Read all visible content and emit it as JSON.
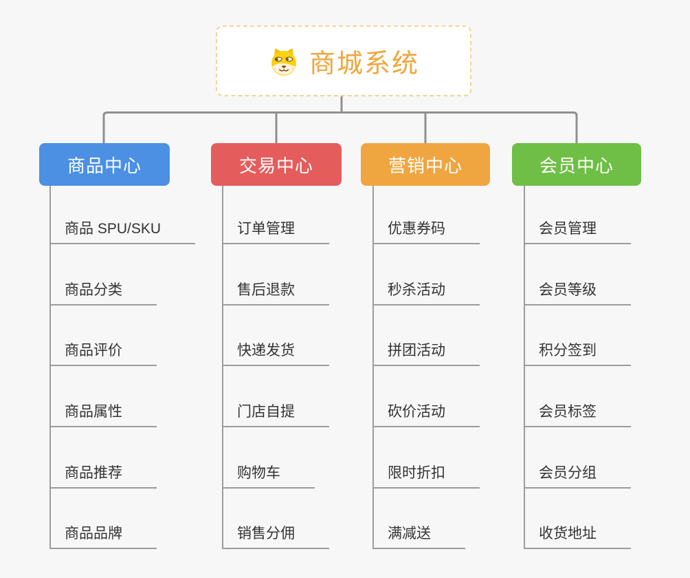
{
  "root": {
    "title": "商城系统",
    "title_color": "#f0a63c",
    "border_color": "#f3d398",
    "icon": "shiba-dog-face-icon"
  },
  "connector_color": "#8f8f8f",
  "leaf_line_color": "#9b9b9b",
  "branches": [
    {
      "label": "商品中心",
      "color": "#4b90e2",
      "items": [
        "商品 SPU/SKU",
        "商品分类",
        "商品评价",
        "商品属性",
        "商品推荐",
        "商品品牌"
      ]
    },
    {
      "label": "交易中心",
      "color": "#e45d5c",
      "items": [
        "订单管理",
        "售后退款",
        "快递发货",
        "门店自提",
        "购物车",
        "销售分佣"
      ]
    },
    {
      "label": "营销中心",
      "color": "#efa640",
      "items": [
        "优惠券码",
        "秒杀活动",
        "拼团活动",
        "砍价活动",
        "限时折扣",
        "满减送"
      ]
    },
    {
      "label": "会员中心",
      "color": "#6fbf46",
      "items": [
        "会员管理",
        "会员等级",
        "积分签到",
        "会员标签",
        "会员分组",
        "收货地址"
      ]
    }
  ]
}
